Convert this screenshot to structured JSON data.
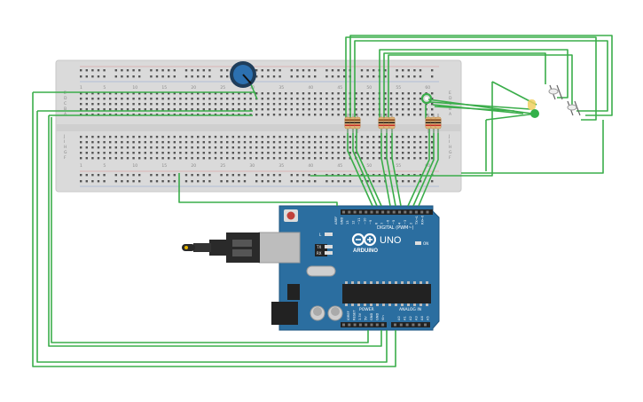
{
  "breadcrumb_scene": "circuit-editor-canvas",
  "colors": {
    "wire": "#3aad4a",
    "breadboard": "#dcdcdc",
    "arduino": "#2b6ea0",
    "resistor_body": "#e0b37a",
    "led": "#f0d060"
  },
  "breadboard": {
    "top_row_numbers": [
      "1",
      "5",
      "10",
      "15",
      "20",
      "25",
      "30",
      "35",
      "40",
      "45",
      "50",
      "55",
      "60"
    ],
    "bottom_row_numbers": [
      "1",
      "5",
      "10",
      "15",
      "20",
      "25",
      "30",
      "35",
      "40",
      "45",
      "50",
      "55",
      "60"
    ],
    "left_letters": [
      "A",
      "B",
      "C",
      "D",
      "E",
      "F",
      "G",
      "H",
      "I",
      "J"
    ],
    "right_letters": [
      "A",
      "B",
      "C",
      "D",
      "E",
      "F",
      "G",
      "H",
      "I",
      "J"
    ]
  },
  "arduino": {
    "brand": "ARDUINO",
    "model": "UNO",
    "digital_label": "DIGITAL (PWM~)",
    "power_label": "POWER",
    "analog_label": "ANALOG IN",
    "on_label": "ON",
    "tx_label": "TX",
    "rx_label": "RX",
    "l_label": "L",
    "digital_pins": [
      "AREF",
      "GND",
      "13",
      "12",
      "~11",
      "~10",
      "~9",
      "8",
      "7",
      "~6",
      "~5",
      "4",
      "~3",
      "2",
      "TX→1",
      "RX←0"
    ],
    "power_pins": [
      "IOREF",
      "RESET",
      "3.3V",
      "5V",
      "GND",
      "GND",
      "Vin"
    ],
    "analog_pins": [
      "A0",
      "A1",
      "A2",
      "A3",
      "A4",
      "A5"
    ]
  },
  "icons": {
    "potentiometer": "potentiometer-icon",
    "led": "led-icon",
    "photoresistor": "photoresistor-icon",
    "usb": "usb-plug-icon",
    "reset": "reset-button-icon"
  }
}
